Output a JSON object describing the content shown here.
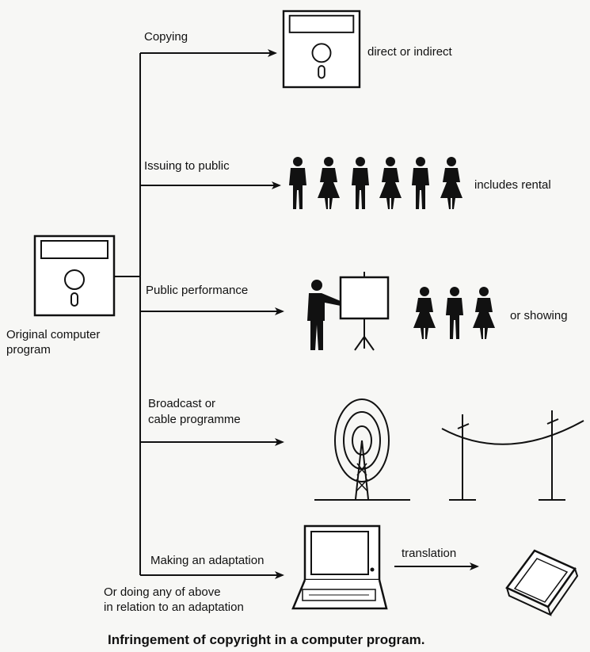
{
  "original": {
    "label_line1": "Original computer",
    "label_line2": "program"
  },
  "branches": [
    {
      "label": "Copying",
      "note": "direct or indirect"
    },
    {
      "label": "Issuing to public",
      "note": "includes rental"
    },
    {
      "label": "Public performance",
      "note": "or showing"
    },
    {
      "label_line1": "Broadcast or",
      "label_line2": "cable programme"
    },
    {
      "label": "Making an adaptation",
      "note": "translation"
    }
  ],
  "adaptation_note": {
    "line1": "Or doing any of above",
    "line2": "in relation to an adaptation"
  },
  "caption": "Infringement of copyright in a computer program."
}
